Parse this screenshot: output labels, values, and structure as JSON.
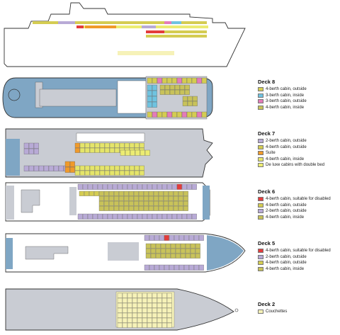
{
  "colors": {
    "outline": "#333333",
    "deck_light": "#ffffff",
    "deck_grey": "#c9ccd3",
    "deck_blue": "#7fa6c4",
    "cabin_4_outside": "#d4cc52",
    "cabin_3_inside": "#6fc3e0",
    "cabin_3_outside": "#e47cb8",
    "cabin_4_inside": "#c8c25a",
    "cabin_2_outside": "#b8aad6",
    "suite": "#f09a2a",
    "cabin_4_inside_light": "#e5e56a",
    "deluxe": "#ecec72",
    "disabled": "#e33c3c",
    "couchettes": "#f6f2b8"
  },
  "legends": [
    {
      "deck": "Deck 8",
      "items": [
        {
          "label": "4-berth cabin, outside",
          "color": "#d4cc52",
          "icon": "swatch"
        },
        {
          "label": "3-berth cabin, inside",
          "color": "#6fc3e0",
          "icon": "swatch"
        },
        {
          "label": "3-berth cabin, outside",
          "color": "#e47cb8",
          "icon": "swatch"
        },
        {
          "label": "4-berth cabin, inside",
          "color": "#c8c25a",
          "icon": "swatch"
        }
      ]
    },
    {
      "deck": "Deck 7",
      "items": [
        {
          "label": "2-berth cabin, outside",
          "color": "#b8aad6",
          "icon": "swatch"
        },
        {
          "label": "4-berth cabin, outside",
          "color": "#d4cc52",
          "icon": "swatch"
        },
        {
          "label": "Suite",
          "color": "#f09a2a",
          "icon": "swatch"
        },
        {
          "label": "4-berth cabin, inside",
          "color": "#e5e56a",
          "icon": "swatch"
        },
        {
          "label": "De luxe cabins with double bed",
          "color": "#ecec72",
          "icon": "swatch"
        }
      ]
    },
    {
      "deck": "Deck 6",
      "items": [
        {
          "label": "4-berth cabin, suitable for disabled",
          "color": "#e33c3c",
          "icon": "swatch"
        },
        {
          "label": "4-berth cabin, outside",
          "color": "#d4cc52",
          "icon": "swatch"
        },
        {
          "label": "2-berth cabin, outside",
          "color": "#b8aad6",
          "icon": "swatch"
        },
        {
          "label": "4-berth cabin, inside",
          "color": "#c8c25a",
          "icon": "swatch"
        }
      ]
    },
    {
      "deck": "Deck 5",
      "items": [
        {
          "label": "4-berth cabin, suitable for disabled",
          "color": "#e33c3c",
          "icon": "swatch"
        },
        {
          "label": "2-berth cabin, outside",
          "color": "#b8aad6",
          "icon": "swatch"
        },
        {
          "label": "4-berth cabin, outside",
          "color": "#d4cc52",
          "icon": "swatch"
        },
        {
          "label": "4-berth cabin, inside",
          "color": "#c8c25a",
          "icon": "swatch"
        }
      ]
    },
    {
      "deck": "Deck 2",
      "items": [
        {
          "label": "Couchettes",
          "color": "#f6f2b8",
          "icon": "swatch"
        }
      ]
    }
  ]
}
